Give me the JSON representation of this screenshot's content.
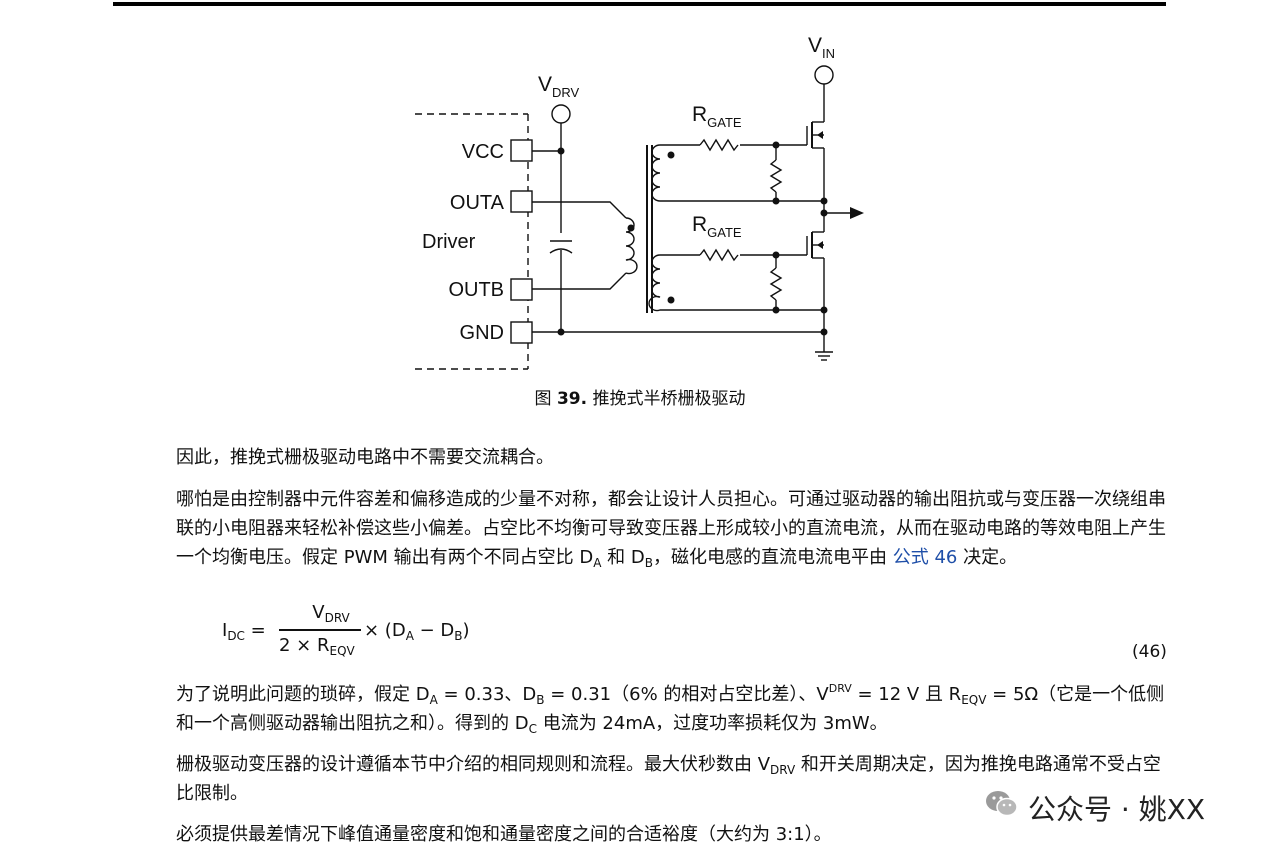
{
  "figure": {
    "labels": {
      "vdrv": "V",
      "vdrv_sub": "DRV",
      "vin": "V",
      "vin_sub": "IN",
      "rgate_top": "R",
      "rgate_top_sub": "GATE",
      "rgate_bot": "R",
      "rgate_bot_sub": "GATE",
      "vcc": "VCC",
      "outa": "OUTA",
      "driver": "Driver",
      "outb": "OUTB",
      "gnd": "GND"
    },
    "caption_prefix": "图",
    "caption_number": "39.",
    "caption_text": "推挽式半桥栅极驱动"
  },
  "paragraphs": {
    "p1": "因此，推挽式栅极驱动电路中不需要交流耦合。",
    "p2_a": "哪怕是由控制器中元件容差和偏移造成的少量不对称，都会让设计人员担心。可通过驱动器的输出阻抗或与变压器一次绕组串联的小电阻器来轻松补偿这些小偏差。占空比不均衡可导致变压器上形成较小的直流电流，从而在驱动电路的等效电阻上产生一个均衡电压。假定 PWM 输出有两个不同占空比 D",
    "p2_sub_a": "A",
    "p2_b": " 和 D",
    "p2_sub_b": "B",
    "p2_c": "，磁化电感的直流电流电平由 ",
    "p2_link": "公式 46",
    "p2_d": " 决定。",
    "p3_a": "为了说明此问题的琐碎，假定 D",
    "p3_sub_a": "A",
    "p3_b": " = 0.33、D",
    "p3_sub_b": "B",
    "p3_c": " = 0.31（6% 的相对占空比差）、V",
    "p3_sup_drv": "DRV",
    "p3_d": " = 12 V 且 R",
    "p3_sub_eqv": "EQV",
    "p3_e": " = 5Ω（它是一个低侧和一个高侧驱动器输出阻抗之和）。得到的 D",
    "p3_sub_c": "C",
    "p3_f": " 电流为 24mA，过度功率损耗仅为 3mW。",
    "p4_a": "栅极驱动变压器的设计遵循本节中介绍的相同规则和流程。最大伏秒数由 V",
    "p4_sub_drv": "DRV",
    "p4_b": " 和开关周期决定，因为推挽电路通常不受占空比限制。",
    "p5": "必须提供最差情况下峰值通量密度和饱和通量密度之间的合适裕度（大约为 3:1）。"
  },
  "equation": {
    "lhs": "I",
    "lhs_sub": "DC",
    "equals": " =",
    "num": "V",
    "num_sub": "DRV",
    "den": "2 × R",
    "den_sub": "EQV",
    "rhs_a": "× (D",
    "rhs_sub_a": "A",
    "rhs_b": " − D",
    "rhs_sub_b": "B",
    "rhs_c": ")",
    "number": "(46)"
  },
  "watermark": {
    "text": "公众号 · 姚XX",
    "icon": "wechat-icon"
  }
}
